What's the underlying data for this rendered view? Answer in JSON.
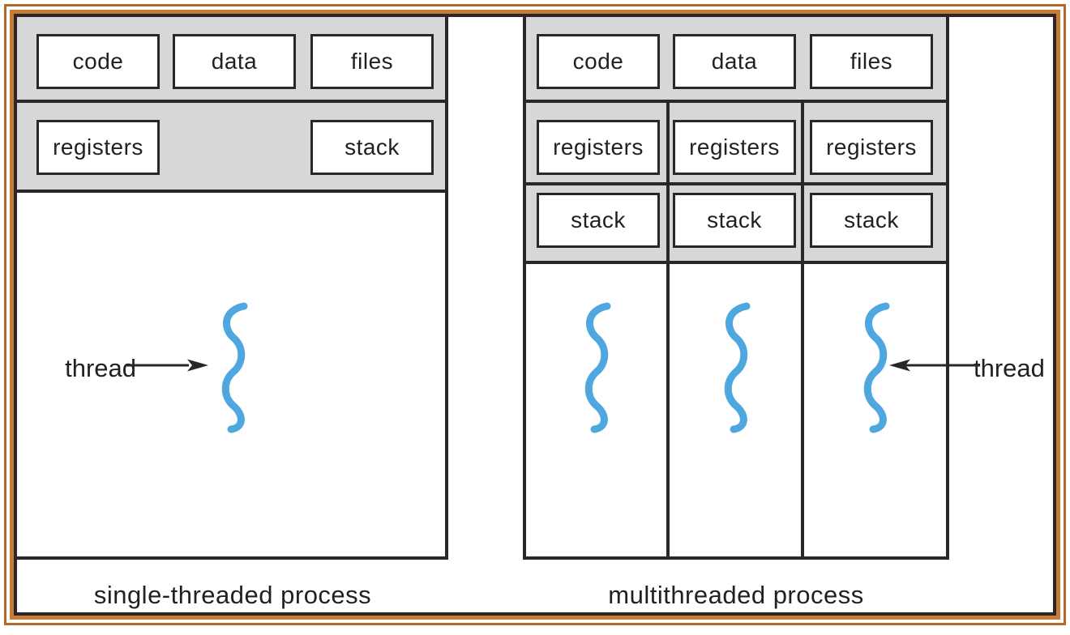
{
  "figure": {
    "left_process": {
      "caption": "single-threaded process",
      "top_row": [
        "code",
        "data",
        "files"
      ],
      "registers_label": "registers",
      "stack_label": "stack",
      "thread_label": "thread"
    },
    "right_process": {
      "caption": "multithreaded process",
      "top_row": [
        "code",
        "data",
        "files"
      ],
      "registers_row": [
        "registers",
        "registers",
        "registers"
      ],
      "stack_row": [
        "stack",
        "stack",
        "stack"
      ],
      "thread_label": "thread"
    },
    "colors": {
      "frame_orange_outer": "#b2672c",
      "frame_orange_inner": "#c87c35",
      "band_gray": "#d6d7d6",
      "line_black": "#2b2728",
      "thread_blue": "#4fa7e0",
      "text": "#231f20"
    }
  }
}
